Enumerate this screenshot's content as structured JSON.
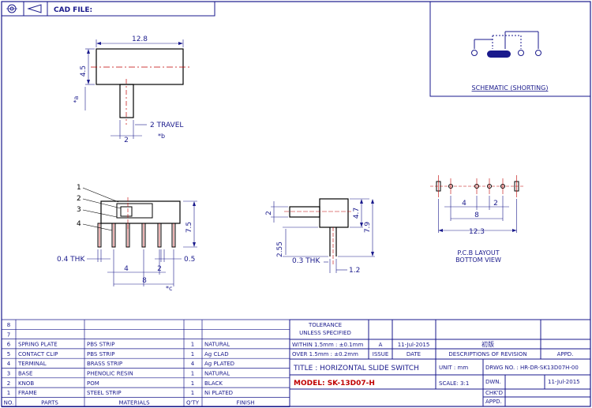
{
  "header": {
    "cad_file_label": "CAD FILE:"
  },
  "dimensions": {
    "top_view": {
      "width": "12.8",
      "height": "4.5",
      "knob_a": "*a",
      "travel": "2 TRAVEL",
      "knob_b": "*b",
      "knob_width": "2"
    },
    "side_view": {
      "callouts": [
        "1",
        "2",
        "3",
        "4"
      ],
      "height": "7.5",
      "thickness_left": "0.4 THK",
      "thickness_right": "0.5",
      "pitch_4": "4",
      "pitch_2": "2",
      "pitch_8": "8",
      "mark_c": "*c"
    },
    "end_view": {
      "knob": "2",
      "body": "4.7",
      "total": "7.9",
      "pin_len": "2.55",
      "thk": "0.3 THK",
      "pin_w": "1.2"
    },
    "pcb_layout": {
      "d4": "4",
      "d2": "2",
      "d8": "8",
      "d123": "12.3",
      "title_line1": "P.C.B LAYOUT",
      "title_line2": "BOTTOM VIEW"
    }
  },
  "schematic": {
    "label": "SCHEMATIC (SHORTING)"
  },
  "bom": {
    "headers": {
      "no": "NO.",
      "parts": "PARTS",
      "materials": "MATERIALS",
      "qty": "Q'TY",
      "finish": "FINISH"
    },
    "rows": [
      {
        "no": "8",
        "part": "",
        "material": "",
        "qty": "",
        "finish": ""
      },
      {
        "no": "7",
        "part": "",
        "material": "",
        "qty": "",
        "finish": ""
      },
      {
        "no": "6",
        "part": "SPRING PLATE",
        "material": "PBS STRIP",
        "qty": "1",
        "finish": "NATURAL"
      },
      {
        "no": "5",
        "part": "CONTACT CLIP",
        "material": "PBS STRIP",
        "qty": "1",
        "finish": "Ag CLAD"
      },
      {
        "no": "4",
        "part": "TERMINAL",
        "material": "BRASS STRIP",
        "qty": "4",
        "finish": "Ag PLATED"
      },
      {
        "no": "3",
        "part": "BASE",
        "material": "PHENOLIC RESIN",
        "qty": "1",
        "finish": "NATURAL"
      },
      {
        "no": "2",
        "part": "KNOB",
        "material": "POM",
        "qty": "1",
        "finish": "BLACK"
      },
      {
        "no": "1",
        "part": "FRAME",
        "material": "STEEL STRIP",
        "qty": "1",
        "finish": "Ni PLATED"
      }
    ]
  },
  "title_block": {
    "tolerance": "TOLERANCE",
    "unless": "UNLESS  SPECIFIED",
    "within": "WITHIN 1.5mm : ±0.1mm",
    "over": "OVER 1.5mm : ±0.2mm",
    "issue": "ISSUE",
    "date": "DATE",
    "rev_a": "A",
    "rev_date": "11-Jul-2015",
    "rev_desc": "初版",
    "desc_of_rev": "DESCRIPTIONS OF REVISION",
    "appd": "APPD.",
    "title": "TITLE :  HORIZONTAL SLIDE SWITCH",
    "unit": "UNIT :  mm",
    "drwg_no": "DRWG NO. : HR-DR-SK13D07H-00",
    "model": "MODEL:  SK-13D07-H",
    "scale": "SCALE:  3:1",
    "dwn": "DWN.",
    "dwn_date": "11-Jul-2015",
    "chkd": "CHK'D",
    "appd2": "APPD."
  }
}
